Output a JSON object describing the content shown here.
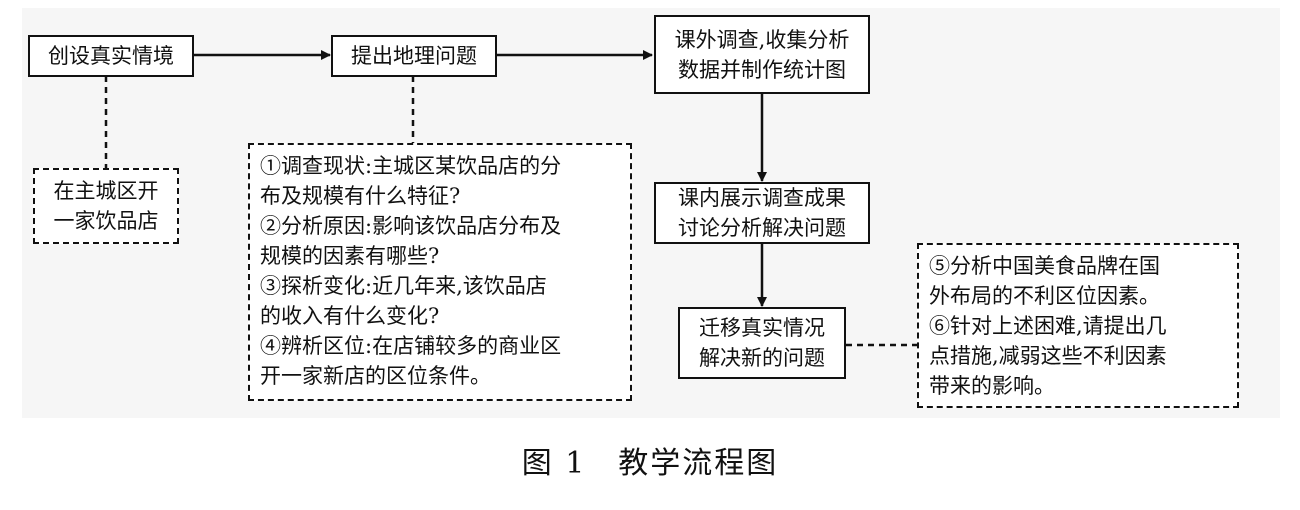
{
  "nodes": {
    "create_situation": "创设真实情境",
    "pose_question": "提出地理问题",
    "survey": [
      "课外调查,收集分析",
      "数据并制作统计图"
    ],
    "present": [
      "课内展示调查成果",
      "讨论分析解决问题"
    ],
    "transfer": [
      "迁移真实情况",
      "解决新的问题"
    ]
  },
  "notes": {
    "situation_example": [
      "在主城区开",
      "一家饮品店"
    ],
    "questions": [
      "①调查现状:主城区某饮品店的分",
      "布及规模有什么特征?",
      "②分析原因:影响该饮品店分布及",
      "规模的因素有哪些?",
      "③探析变化:近几年来,该饮品店",
      "的收入有什么变化?",
      "④辨析区位:在店铺较多的商业区",
      "开一家新店的区位条件。"
    ],
    "new_problems": [
      "⑤分析中国美食品牌在国",
      "外布局的不利区位因素。",
      "⑥针对上述困难,请提出几",
      "点措施,减弱这些不利因素",
      "带来的影响。"
    ]
  },
  "caption": "图 1　教学流程图"
}
